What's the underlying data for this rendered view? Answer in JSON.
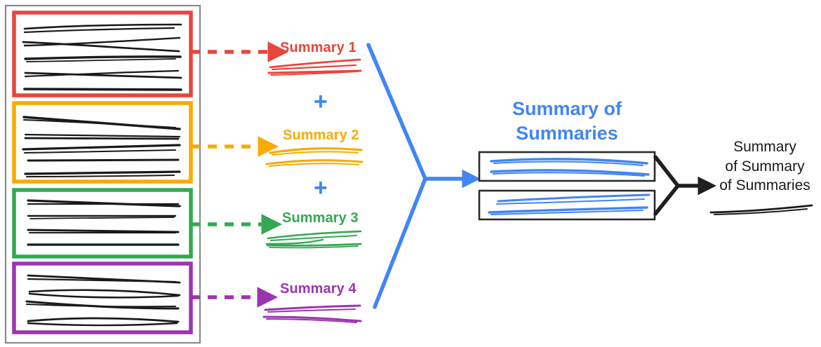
{
  "diagram": {
    "title_text_final": "Summary\nof Summary\nof Summaries",
    "colors": {
      "red": "#E8453C",
      "orange": "#F9AB00",
      "green": "#34A853",
      "purple": "#9C35B1",
      "blue": "#4285F4",
      "black": "#1F1F1F",
      "gray_frame": "#8A8A8A"
    },
    "source_frame": {
      "label": "source-documents-container"
    },
    "documents": [
      {
        "id": "doc-1",
        "color": "#E8453C",
        "lines": 5,
        "arrow_label": "dashed-arrow-red"
      },
      {
        "id": "doc-2",
        "color": "#F9AB00",
        "lines": 5,
        "arrow_label": "dashed-arrow-orange"
      },
      {
        "id": "doc-3",
        "color": "#34A853",
        "lines": 4,
        "arrow_label": "dashed-arrow-green"
      },
      {
        "id": "doc-4",
        "color": "#9C35B1",
        "lines": 4,
        "arrow_label": "dashed-arrow-purple"
      }
    ],
    "summaries": [
      {
        "label": "Summary 1",
        "color": "#E8453C"
      },
      {
        "label": "Summary 2",
        "color": "#F9AB00"
      },
      {
        "label": "Summary 3",
        "color": "#34A853"
      },
      {
        "label": "Summary 4",
        "color": "#9C35B1"
      }
    ],
    "operators": [
      {
        "symbol": "+",
        "color": "#4285F4"
      },
      {
        "symbol": "+",
        "color": "#4285F4"
      }
    ],
    "summary_of_summaries": {
      "title_line_1": "Summary of",
      "title_line_2": "Summaries",
      "color": "#4285F4",
      "boxes": 2
    },
    "final_output": {
      "line_1": "Summary",
      "line_2": "of Summary",
      "line_3": "of Summaries",
      "color": "#1a1a1a"
    }
  }
}
